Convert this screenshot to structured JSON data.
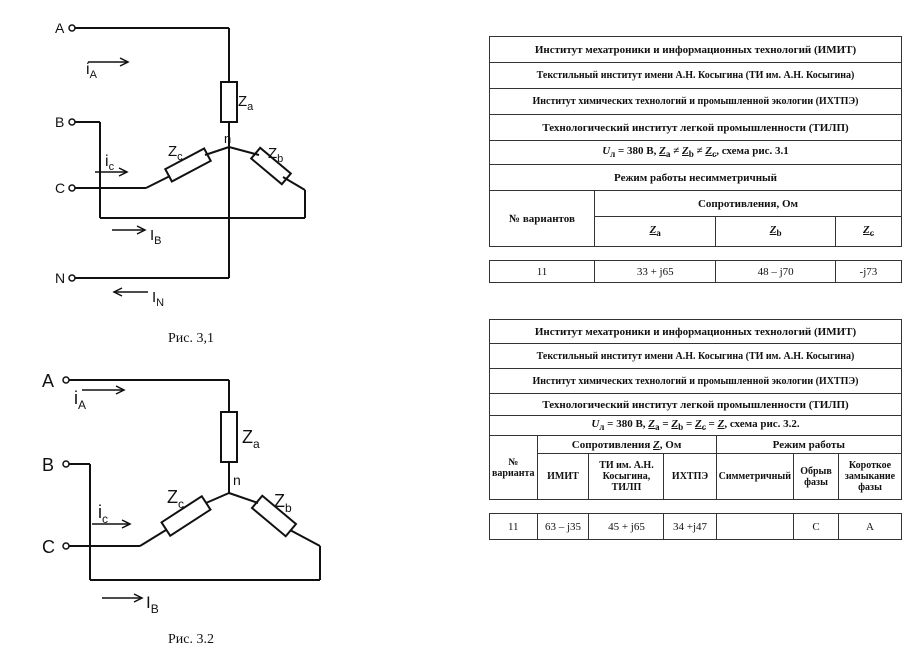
{
  "fig1": {
    "node_A": "A",
    "node_B": "B",
    "node_C": "C",
    "node_N": "N",
    "node_n": "n",
    "iA": "i",
    "iA_sub": "A",
    "ic": "i",
    "ic_sub": "c",
    "IB": "I",
    "IB_sub": "B",
    "IN": "I",
    "IN_sub": "N",
    "Za": "Z",
    "Za_sub": "a",
    "Zb": "Z",
    "Zb_sub": "b",
    "Zc": "Z",
    "Zc_sub": "c",
    "caption": "Рис. 3,1"
  },
  "fig2": {
    "node_A": "A",
    "node_B": "B",
    "node_C": "C",
    "node_n": "n",
    "iA": "i",
    "iA_sub": "A",
    "ic": "i",
    "ic_sub": "c",
    "IB": "I",
    "IB_sub": "B",
    "Za": "Z",
    "Za_sub": "a",
    "Zb": "Z",
    "Zb_sub": "b",
    "Zc": "Z",
    "Zc_sub": "c",
    "caption": "Рис. 3.2"
  },
  "table1": {
    "inst1": "Институт мехатроники и информационных технологий (ИМИТ)",
    "inst2": "Текстильный институт имени А.Н. Косыгина (ТИ им. А.Н. Косыгина)",
    "inst3": "Институт химических технологий и промышленной экологии (ИХТПЭ)",
    "inst4": "Технологический институт легкой промышленности (ТИЛП)",
    "cond_U": "U",
    "cond_U_sub": "л",
    "cond_rest": " = 380 В, ",
    "cond_Za": "Z",
    "cond_Za_sub": "a",
    "cond_ne1": " ≠ ",
    "cond_Zb": "Z",
    "cond_Zb_sub": "b",
    "cond_ne2": " ≠ ",
    "cond_Zc": "Z",
    "cond_Zc_sub": "c",
    "cond_tail": ", схема рис. 3.1",
    "mode": "Режим работы несимметричный",
    "col_variants": "№ вариантов",
    "col_resist": "Сопротивления, Ом",
    "h_Za": "Z",
    "h_Za_sub": "a",
    "h_Zb": "Z",
    "h_Zb_sub": "b",
    "h_Zc": "Z",
    "h_Zc_sub": "c",
    "row": {
      "variant": "11",
      "Za": "33 + j65",
      "Zb": "48 – j70",
      "Zc": "-j73"
    }
  },
  "table2": {
    "inst1": "Институт мехатроники и информационных технологий (ИМИТ)",
    "inst2": "Текстильный институт имени А.Н. Косыгина (ТИ им. А.Н. Косыгина)",
    "inst3": "Институт химических технологий и промышленной экологии (ИХТПЭ)",
    "inst4": "Технологический институт легкой промышленности (ТИЛП)",
    "cond_U": "U",
    "cond_U_sub": "л",
    "cond_rest": " = 380 В, ",
    "cond_Za": "Z",
    "cond_Za_sub": "a",
    "cond_eq1": " = ",
    "cond_Zb": "Z",
    "cond_Zb_sub": "b",
    "cond_eq2": " = ",
    "cond_Zc": "Z",
    "cond_Zc_sub": "c",
    "cond_eq3": " = ",
    "cond_Z": "Z",
    "cond_tail": ", схема рис. 3.2.",
    "col_no": "№ варианта",
    "col_resist": "Сопротивления ",
    "col_resist_Z": "Z",
    "col_resist_tail": ", Ом",
    "col_mode": "Режим работы",
    "h_imit": "ИМИТ",
    "h_ti": "ТИ им. А.Н. Косыгина, ТИЛП",
    "h_ihtpe": "ИХТПЭ",
    "h_sym": "Симметричный",
    "h_break": "Обрыв фазы",
    "h_short": "Короткое замыкание фазы",
    "row": {
      "variant": "11",
      "imit": "63 – j35",
      "ti": "45 + j65",
      "ihtpe": "34 +j47",
      "sym": "",
      "break": "C",
      "short": "A"
    }
  }
}
